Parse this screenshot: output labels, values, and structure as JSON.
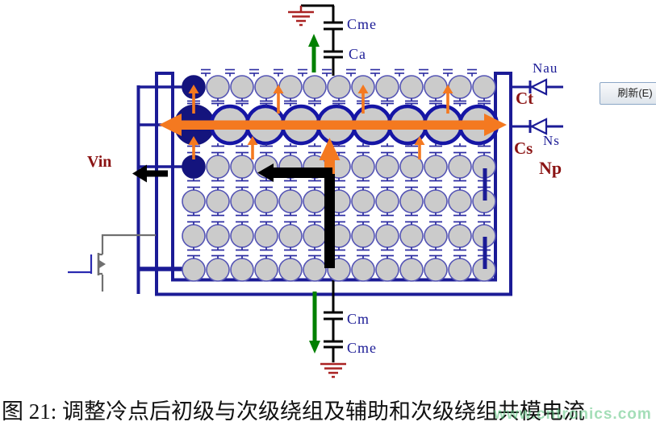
{
  "window": {
    "refresh_button_label": "刷新(E)"
  },
  "diagram": {
    "labels": {
      "cme_top": "Cme",
      "ca": "Ca",
      "nau": "Nau",
      "ct": "Ct",
      "ns": "Ns",
      "cs": "Cs",
      "np": "Np",
      "vin": "Vin",
      "cm": "Cm",
      "cme_bottom": "Cme"
    },
    "colors": {
      "navy": "#1b1b96",
      "winding_outline": "#5555b5",
      "winding_fill": "#cbcbcb",
      "winding_filled_turn": "#14147d",
      "row2_outline": "#1515a5",
      "orange": "#f47920",
      "green": "#008000",
      "dark_red_label": "#8b1414",
      "ground_red": "#aa2222",
      "wire_black": "#000000",
      "mosfet_gray": "#707070",
      "mosfet_blue": "#2a2ab0"
    },
    "icons": [
      "ground-icon",
      "capacitor-icon",
      "diode-icon",
      "mosfet-icon",
      "arrow-up-icon",
      "arrow-down-icon",
      "arrow-left-icon",
      "arrow-right-icon"
    ]
  },
  "caption": "图 21: 调整冷点后初级与次级绕组及辅助和次级绕组共模电流",
  "watermark": "www.cntronics.com"
}
